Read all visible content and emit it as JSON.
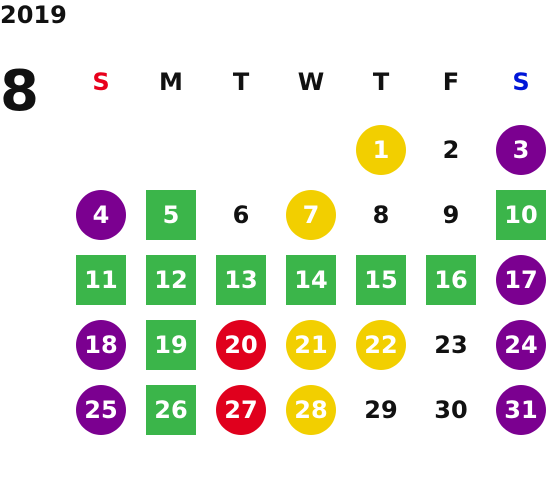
{
  "calendar": {
    "year": "2019",
    "month": "8",
    "weekdays": [
      "S",
      "M",
      "T",
      "W",
      "T",
      "F",
      "S"
    ],
    "weekday_colors": [
      "#e8001c",
      "#111111",
      "#111111",
      "#111111",
      "#111111",
      "#111111",
      "#0016d8"
    ],
    "styles": {
      "purple-circle": "#7b0090",
      "yellow-circle": "#f2cf00",
      "red-circle": "#e0001d",
      "green-square": "#3bb54a"
    },
    "days": [
      {
        "n": "1",
        "col": 4,
        "row": 0,
        "style": "yellow-circle"
      },
      {
        "n": "2",
        "col": 5,
        "row": 0,
        "style": "plain"
      },
      {
        "n": "3",
        "col": 6,
        "row": 0,
        "style": "purple-circle"
      },
      {
        "n": "4",
        "col": 0,
        "row": 1,
        "style": "purple-circle"
      },
      {
        "n": "5",
        "col": 1,
        "row": 1,
        "style": "green-square"
      },
      {
        "n": "6",
        "col": 2,
        "row": 1,
        "style": "plain"
      },
      {
        "n": "7",
        "col": 3,
        "row": 1,
        "style": "yellow-circle"
      },
      {
        "n": "8",
        "col": 4,
        "row": 1,
        "style": "plain"
      },
      {
        "n": "9",
        "col": 5,
        "row": 1,
        "style": "plain"
      },
      {
        "n": "10",
        "col": 6,
        "row": 1,
        "style": "green-square"
      },
      {
        "n": "11",
        "col": 0,
        "row": 2,
        "style": "green-square"
      },
      {
        "n": "12",
        "col": 1,
        "row": 2,
        "style": "green-square"
      },
      {
        "n": "13",
        "col": 2,
        "row": 2,
        "style": "green-square"
      },
      {
        "n": "14",
        "col": 3,
        "row": 2,
        "style": "green-square"
      },
      {
        "n": "15",
        "col": 4,
        "row": 2,
        "style": "green-square"
      },
      {
        "n": "16",
        "col": 5,
        "row": 2,
        "style": "green-square"
      },
      {
        "n": "17",
        "col": 6,
        "row": 2,
        "style": "purple-circle"
      },
      {
        "n": "18",
        "col": 0,
        "row": 3,
        "style": "purple-circle"
      },
      {
        "n": "19",
        "col": 1,
        "row": 3,
        "style": "green-square"
      },
      {
        "n": "20",
        "col": 2,
        "row": 3,
        "style": "red-circle"
      },
      {
        "n": "21",
        "col": 3,
        "row": 3,
        "style": "yellow-circle"
      },
      {
        "n": "22",
        "col": 4,
        "row": 3,
        "style": "yellow-circle"
      },
      {
        "n": "23",
        "col": 5,
        "row": 3,
        "style": "plain"
      },
      {
        "n": "24",
        "col": 6,
        "row": 3,
        "style": "purple-circle"
      },
      {
        "n": "25",
        "col": 0,
        "row": 4,
        "style": "purple-circle"
      },
      {
        "n": "26",
        "col": 1,
        "row": 4,
        "style": "green-square"
      },
      {
        "n": "27",
        "col": 2,
        "row": 4,
        "style": "red-circle"
      },
      {
        "n": "28",
        "col": 3,
        "row": 4,
        "style": "yellow-circle"
      },
      {
        "n": "29",
        "col": 4,
        "row": 4,
        "style": "plain"
      },
      {
        "n": "30",
        "col": 5,
        "row": 4,
        "style": "plain"
      },
      {
        "n": "31",
        "col": 6,
        "row": 4,
        "style": "purple-circle"
      }
    ]
  }
}
